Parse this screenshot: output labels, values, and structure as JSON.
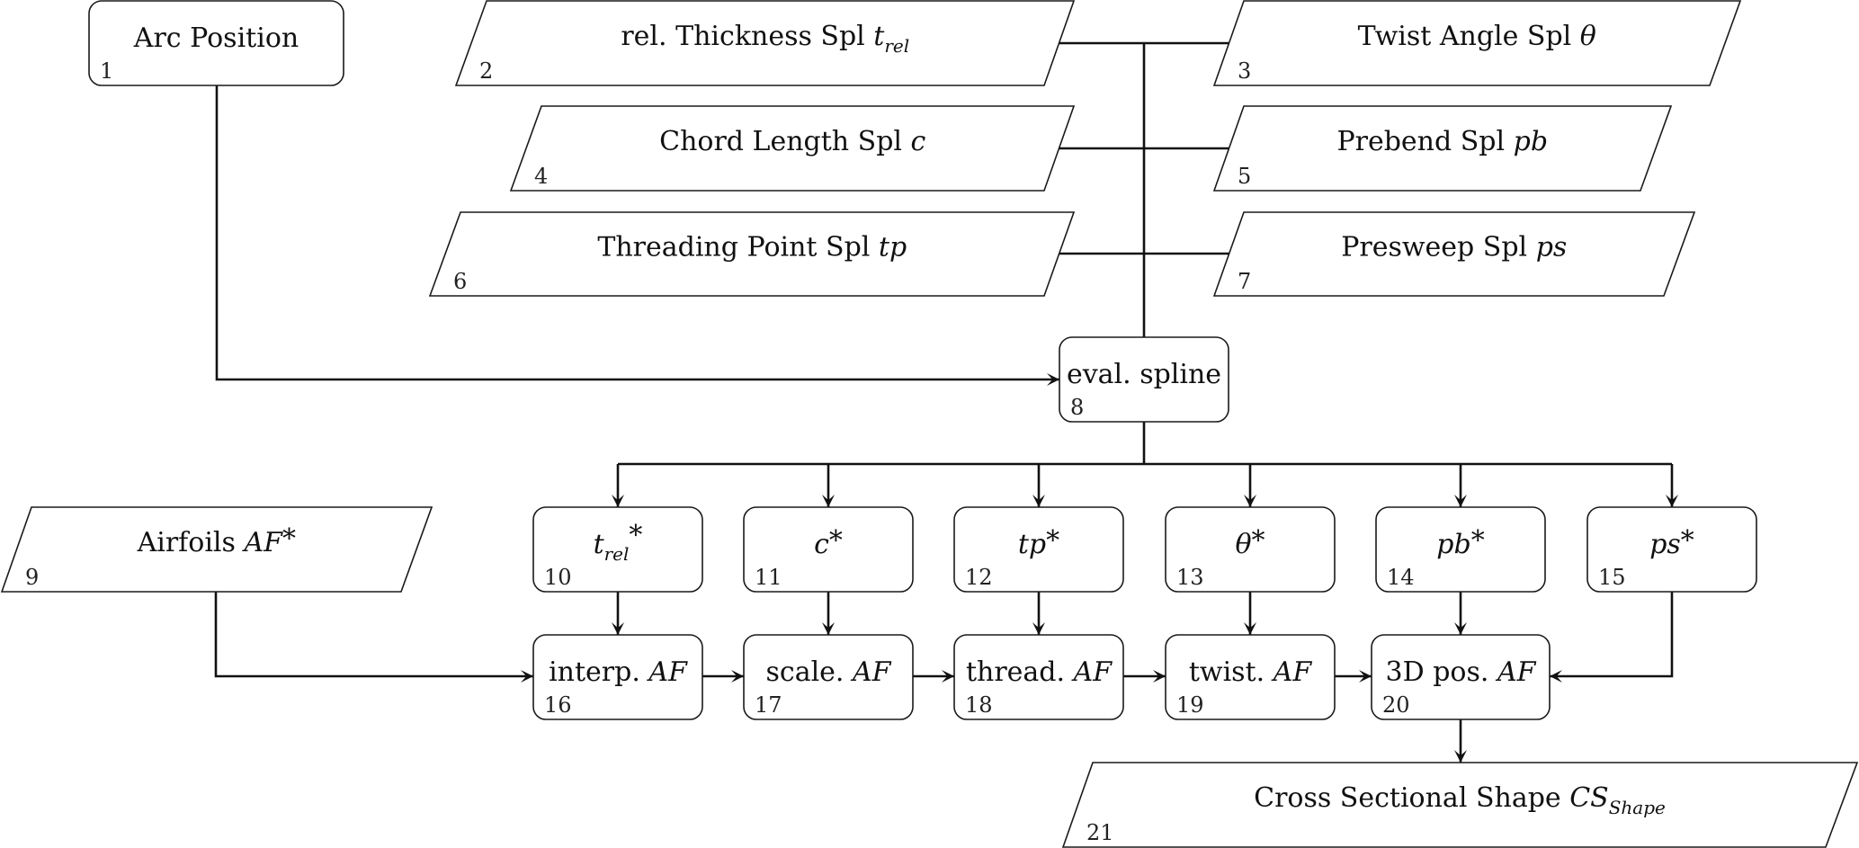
{
  "diagram": {
    "title": "Cross sectional shape generation flowchart",
    "nodes": [
      {
        "id": 1,
        "kind": "process",
        "text": "Arc Position",
        "math": "",
        "sub": "",
        "sup": ""
      },
      {
        "id": 2,
        "kind": "data",
        "text": "rel. Thickness Spl ",
        "math": "t",
        "sub": "rel",
        "sup": ""
      },
      {
        "id": 3,
        "kind": "data",
        "text": "Twist Angle Spl ",
        "math": "θ",
        "sub": "",
        "sup": ""
      },
      {
        "id": 4,
        "kind": "data",
        "text": "Chord Length Spl ",
        "math": "c",
        "sub": "",
        "sup": ""
      },
      {
        "id": 5,
        "kind": "data",
        "text": "Prebend Spl ",
        "math": "pb",
        "sub": "",
        "sup": ""
      },
      {
        "id": 6,
        "kind": "data",
        "text": "Threading Point Spl ",
        "math": "tp",
        "sub": "",
        "sup": ""
      },
      {
        "id": 7,
        "kind": "data",
        "text": "Presweep Spl ",
        "math": "ps",
        "sub": "",
        "sup": ""
      },
      {
        "id": 8,
        "kind": "process",
        "text": "eval. spline",
        "math": "",
        "sub": "",
        "sup": ""
      },
      {
        "id": 9,
        "kind": "data",
        "text": "Airfoils ",
        "math": "AF",
        "sub": "",
        "sup": "*"
      },
      {
        "id": 10,
        "kind": "process",
        "text": "",
        "math": "t",
        "sub": "rel",
        "sup": "*"
      },
      {
        "id": 11,
        "kind": "process",
        "text": "",
        "math": "c",
        "sub": "",
        "sup": "*"
      },
      {
        "id": 12,
        "kind": "process",
        "text": "",
        "math": "tp",
        "sub": "",
        "sup": "*"
      },
      {
        "id": 13,
        "kind": "process",
        "text": "",
        "math": "θ",
        "sub": "",
        "sup": "*"
      },
      {
        "id": 14,
        "kind": "process",
        "text": "",
        "math": "pb",
        "sub": "",
        "sup": "*"
      },
      {
        "id": 15,
        "kind": "process",
        "text": "",
        "math": "ps",
        "sub": "",
        "sup": "*"
      },
      {
        "id": 16,
        "kind": "process",
        "text": "interp. ",
        "math": "AF",
        "sub": "",
        "sup": ""
      },
      {
        "id": 17,
        "kind": "process",
        "text": "scale. ",
        "math": "AF",
        "sub": "",
        "sup": ""
      },
      {
        "id": 18,
        "kind": "process",
        "text": "thread. ",
        "math": "AF",
        "sub": "",
        "sup": ""
      },
      {
        "id": 19,
        "kind": "process",
        "text": "twist. ",
        "math": "AF",
        "sub": "",
        "sup": ""
      },
      {
        "id": 20,
        "kind": "process",
        "text": "3D pos. ",
        "math": "AF",
        "sub": "",
        "sup": ""
      },
      {
        "id": 21,
        "kind": "data",
        "text": "Cross Sectional Shape ",
        "math": "CS",
        "sub": "Shape",
        "sup": ""
      }
    ],
    "edges": [
      {
        "from": 2,
        "to": 8
      },
      {
        "from": 3,
        "to": 8
      },
      {
        "from": 4,
        "to": 8
      },
      {
        "from": 5,
        "to": 8
      },
      {
        "from": 6,
        "to": 8
      },
      {
        "from": 7,
        "to": 8
      },
      {
        "from": 1,
        "to": 8
      },
      {
        "from": 8,
        "to": 10
      },
      {
        "from": 8,
        "to": 11
      },
      {
        "from": 8,
        "to": 12
      },
      {
        "from": 8,
        "to": 13
      },
      {
        "from": 8,
        "to": 14
      },
      {
        "from": 8,
        "to": 15
      },
      {
        "from": 10,
        "to": 16
      },
      {
        "from": 11,
        "to": 17
      },
      {
        "from": 12,
        "to": 18
      },
      {
        "from": 13,
        "to": 19
      },
      {
        "from": 14,
        "to": 20
      },
      {
        "from": 15,
        "to": 20
      },
      {
        "from": 9,
        "to": 16
      },
      {
        "from": 16,
        "to": 17
      },
      {
        "from": 17,
        "to": 18
      },
      {
        "from": 18,
        "to": 19
      },
      {
        "from": 19,
        "to": 20
      },
      {
        "from": 20,
        "to": 21
      }
    ]
  }
}
